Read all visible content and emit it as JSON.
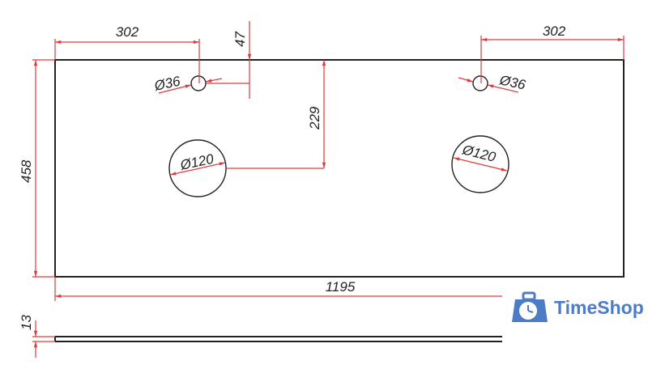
{
  "drawing": {
    "dimensions": {
      "left_hole_offset": "302",
      "right_hole_offset": "302",
      "hole_edge_offset": "47",
      "center_offset": "229",
      "depth": "458",
      "width": "1195",
      "thickness": "13",
      "small_hole_left": "Ø36",
      "small_hole_right": "Ø36",
      "large_hole_left": "Ø120",
      "large_hole_right": "Ø120"
    },
    "colors": {
      "dimension": "#e0393b",
      "outline": "#222222",
      "brand": "#4d7cc7"
    }
  },
  "logo": {
    "text": "TimeShop",
    "icon": "clock-bag-icon"
  }
}
